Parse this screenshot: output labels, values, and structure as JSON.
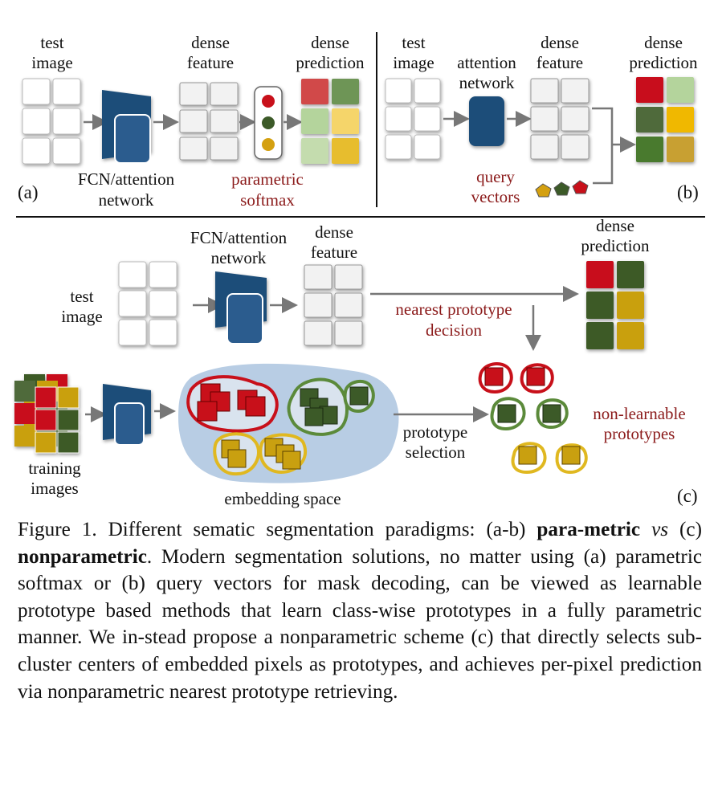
{
  "panel_a": {
    "test_image": [
      "test",
      "image"
    ],
    "dense_feature": [
      "dense",
      "feature"
    ],
    "dense_prediction": [
      "dense",
      "prediction"
    ],
    "network": [
      "FCN/attention",
      "network"
    ],
    "softmax": [
      "parametric",
      "softmax"
    ],
    "tag": "(a)"
  },
  "panel_b": {
    "test_image": [
      "test",
      "image"
    ],
    "network": [
      "attention",
      "network"
    ],
    "dense_feature": [
      "dense",
      "feature"
    ],
    "dense_prediction": [
      "dense",
      "prediction"
    ],
    "query": [
      "query",
      "vectors"
    ],
    "tag": "(b)"
  },
  "panel_c": {
    "test_image": [
      "test",
      "image"
    ],
    "network": [
      "FCN/attention",
      "network"
    ],
    "dense_feature": [
      "dense",
      "feature"
    ],
    "dense_prediction": [
      "dense",
      "prediction"
    ],
    "decision": [
      "nearest prototype",
      "decision"
    ],
    "training": [
      "training",
      "images"
    ],
    "embedding": "embedding space",
    "selection": [
      "prototype",
      "selection"
    ],
    "prototypes": [
      "non-learnable",
      "prototypes"
    ],
    "tag": "(c)"
  },
  "colors": {
    "network": "#1f4e79",
    "red": "#c8101a",
    "green": "#3c5a28",
    "yellow": "#d4a010",
    "embedding_bg": "#b8cde4",
    "annotation": "#8b1a1a"
  },
  "caption": {
    "p1": "Figure 1. Different sematic segmentation paradigms: (a-b) ",
    "b1": "para-metric",
    "p2": " ",
    "i1": "vs",
    "p3": " (c) ",
    "b2": "nonparametric",
    "p4": ". Modern segmentation solutions, no matter using (a) parametric softmax or (b) query vectors for mask decoding, can be viewed as learnable prototype based methods that learn class-wise prototypes in a fully parametric manner. We in-stead propose a nonparametric scheme (c) that directly selects sub-cluster centers of embedded pixels as prototypes, and achieves per-pixel prediction via nonparametric nearest prototype retrieving."
  }
}
